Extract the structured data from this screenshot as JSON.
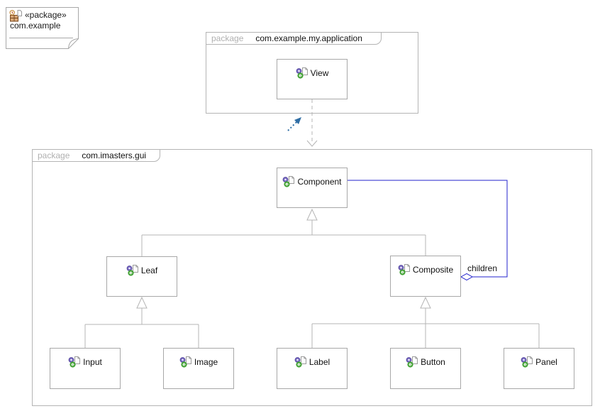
{
  "note": {
    "stereotype": "«package»",
    "name": "com.example",
    "icon": "package-icon"
  },
  "packages": {
    "application": {
      "keyword": "package",
      "name": "com.example.my.application"
    },
    "gui": {
      "keyword": "package",
      "name": "com.imasters.gui"
    }
  },
  "classes": {
    "view": {
      "label": "View"
    },
    "component": {
      "label": "Component"
    },
    "leaf": {
      "label": "Leaf"
    },
    "composite": {
      "label": "Composite"
    },
    "input": {
      "label": "Input"
    },
    "image": {
      "label": "Image"
    },
    "labelcls": {
      "label": "Label"
    },
    "button": {
      "label": "Button"
    },
    "panel": {
      "label": "Panel"
    }
  },
  "relations": {
    "aggregation": {
      "label": "children",
      "type": "open-diamond-aggregation",
      "from": "Component",
      "to": "Composite"
    },
    "generalizations": [
      {
        "from": "Leaf",
        "to": "Component"
      },
      {
        "from": "Composite",
        "to": "Component"
      },
      {
        "from": "Input",
        "to": "Leaf"
      },
      {
        "from": "Image",
        "to": "Leaf"
      },
      {
        "from": "Label",
        "to": "Composite"
      },
      {
        "from": "Button",
        "to": "Composite"
      },
      {
        "from": "Panel",
        "to": "Composite"
      }
    ],
    "dependency": {
      "from": "View",
      "to": "com.imasters.gui",
      "style": "dashed-open-arrow"
    }
  },
  "colors": {
    "association": "#2323cc",
    "line": "#b4b4b4",
    "keyword_text": "#b0b0b0",
    "box_border": "#a8a8a8",
    "decorator_blue": "#2e6da4"
  }
}
